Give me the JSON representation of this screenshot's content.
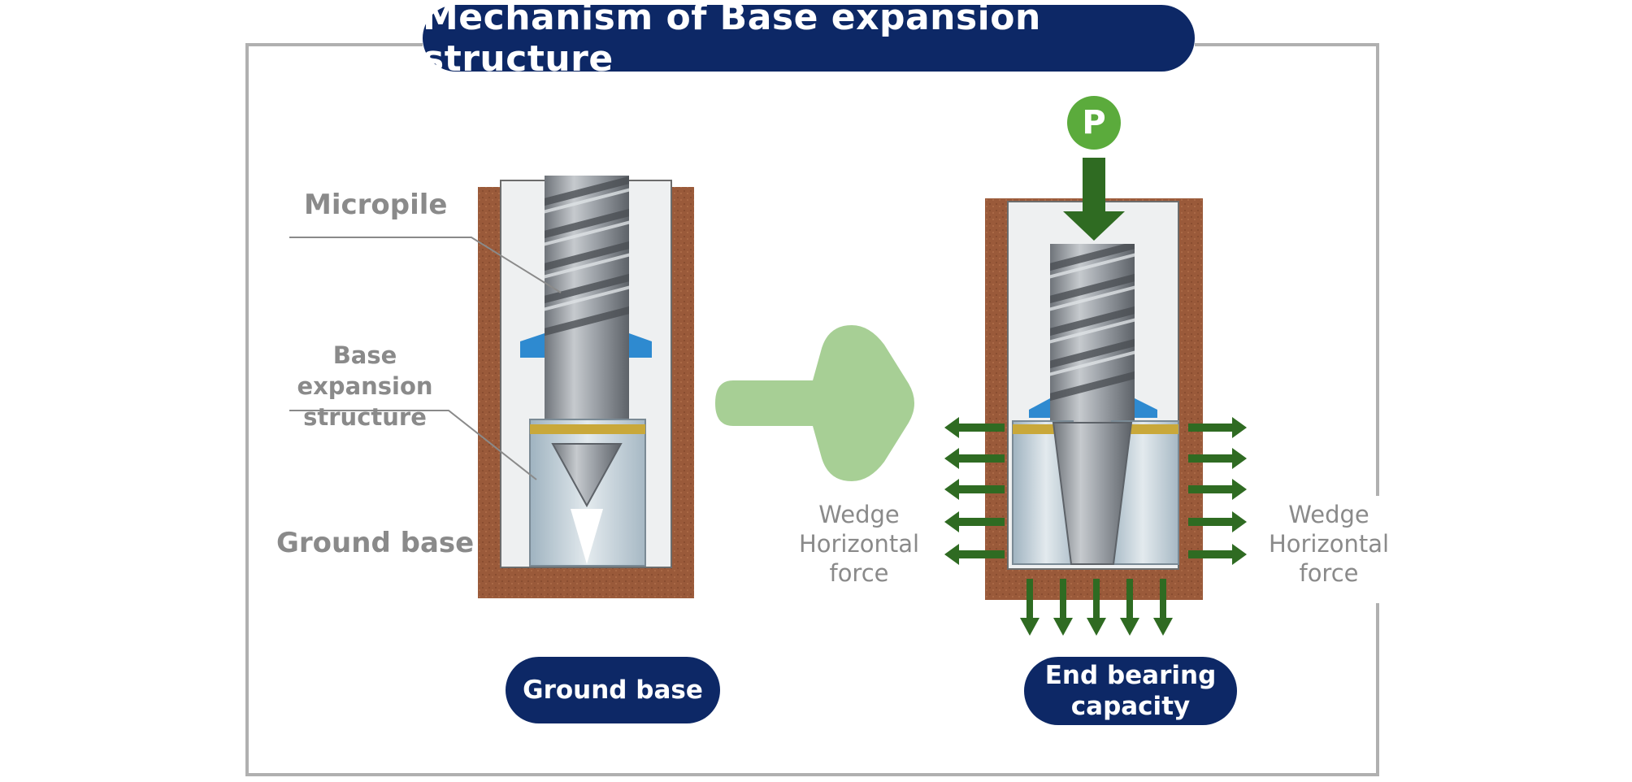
{
  "title": "Mechanism of Base expansion structure",
  "labels": {
    "micropile": "Micropile",
    "base_expansion_structure": "Base expansion structure",
    "ground_base": "Ground base",
    "wedge_horizontal_force": "Wedge Horizontal force"
  },
  "load_symbol": "P",
  "captions": {
    "left": "Ground base",
    "right": "End bearing capacity"
  },
  "colors": {
    "navy": "#0d2866",
    "soil": "#9a5a3a",
    "steel": "#8e9399",
    "glass": "#b9c8d2",
    "blue_wedge": "#2e8ad0",
    "gold_band": "#c9a83a",
    "green_arrow": "#2f6b22",
    "light_green": "#a7cf95",
    "frame": "#b0b0b0"
  }
}
